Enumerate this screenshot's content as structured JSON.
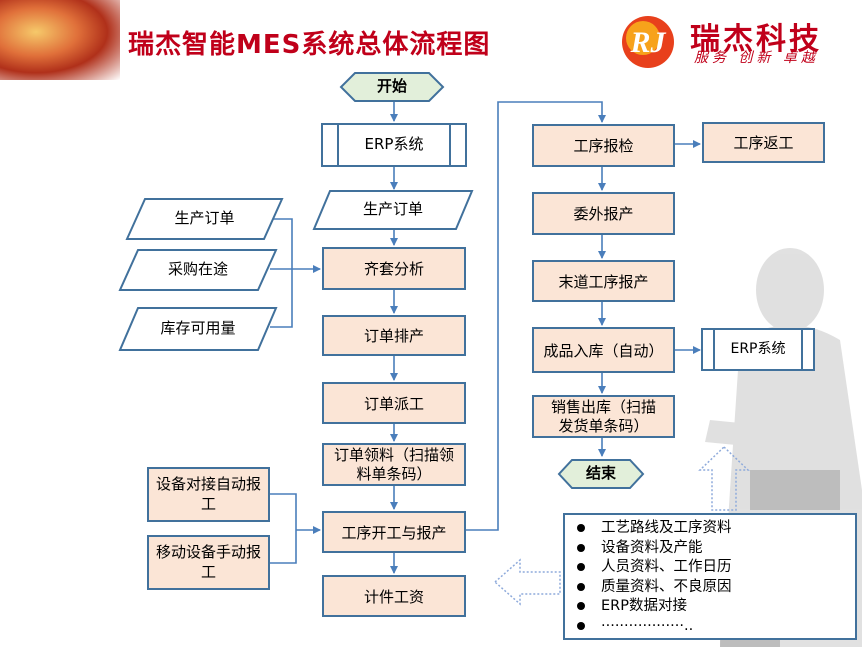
{
  "header": {
    "title": "瑞杰智能MES系统总体流程图",
    "logo_name": "瑞杰科技",
    "logo_slogan": "服务 创新 卓越",
    "logo_mark": "RJ"
  },
  "colors": {
    "title_red": "#c0001a",
    "box_fill": "#fbe5d6",
    "box_border": "#41719c",
    "start_end_fill": "#e2efda",
    "arrow": "#4a7ebb"
  },
  "flow": {
    "start": "开始",
    "erp_top": "ERP系统",
    "order_input": "生产订单",
    "inputs": [
      "生产订单",
      "采购在途",
      "库存可用量"
    ],
    "kitting": "齐套分析",
    "scheduling": "订单排产",
    "dispatch": "订单派工",
    "picking": "订单领料（扫描领料单条码）",
    "devices": [
      "设备对接自动报工",
      "移动设备手动报工"
    ],
    "start_report": "工序开工与报产",
    "wage": "计件工资",
    "inspection": "工序报检",
    "rework": "工序返工",
    "outsource": "委外报产",
    "last_process": "末道工序报产",
    "warehouse_in": "成品入库（自动）",
    "erp_right": "ERP系统",
    "shipping": "销售出库（扫描发货单条码）",
    "end": "结束"
  },
  "legend": {
    "items": [
      "工艺路线及工序资料",
      "设备资料及产能",
      "人员资料、工作日历",
      "质量资料、不良原因",
      "ERP数据对接",
      "··················.."
    ]
  }
}
